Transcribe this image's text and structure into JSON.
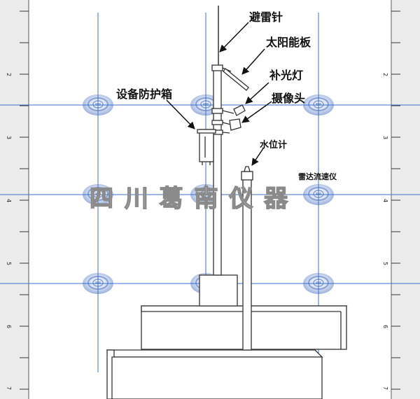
{
  "labels": {
    "lightning_rod": "避雷针",
    "solar_panel": "太阳能板",
    "fill_light": "补光灯",
    "camera": "摄像头",
    "equipment_box": "设备防护箱",
    "water_level_meter": "水位计",
    "radar_velocimeter": "雷达流速仪"
  },
  "watermark": {
    "text": "四 川 葛 南 仪 器"
  },
  "ruler": {
    "numbers": [
      "2",
      "3",
      "4",
      "5",
      "6",
      "7"
    ]
  },
  "colors": {
    "grid_line": "#3a6fd0",
    "drawing_line": "#333333",
    "ruler_bg": "#ececec",
    "logo": "#9fb4de"
  }
}
